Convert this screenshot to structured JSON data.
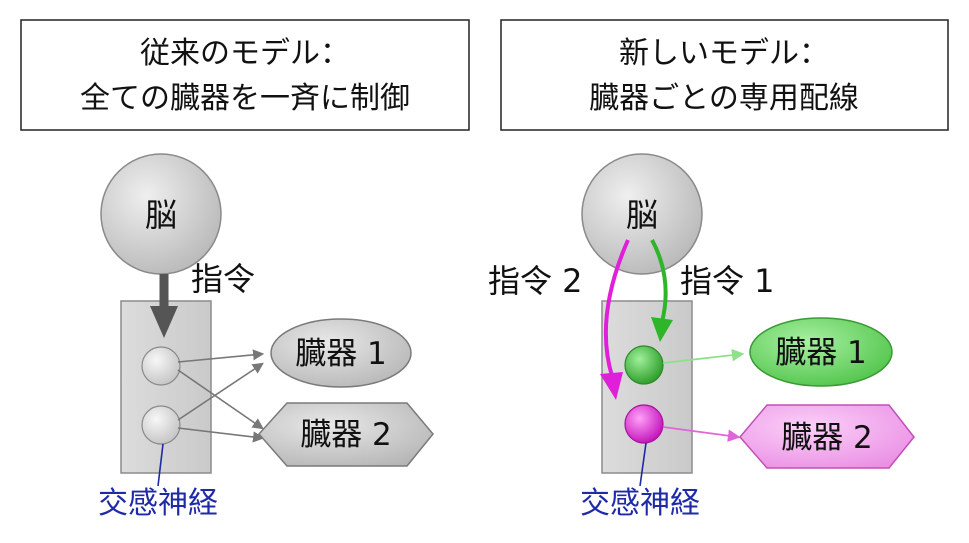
{
  "left": {
    "title_line1": "従来のモデル：",
    "title_line2": "全ての臓器を一斉に制御",
    "brain": "脳",
    "command": "指令",
    "organ1": "臓器 1",
    "organ2": "臓器 2",
    "sympathetic": "交感神経"
  },
  "right": {
    "title_line1": "新しいモデル：",
    "title_line2": "臓器ごとの専用配線",
    "brain": "脳",
    "command1": "指令 1",
    "command2": "指令 2",
    "organ1": "臓器 1",
    "organ2": "臓器 2",
    "sympathetic": "交感神経"
  },
  "colors": {
    "green": "#2fb52a",
    "magenta": "#e020d8",
    "gray": "#8c8c8c",
    "sympathetic_blue": "#1f2aa6"
  }
}
